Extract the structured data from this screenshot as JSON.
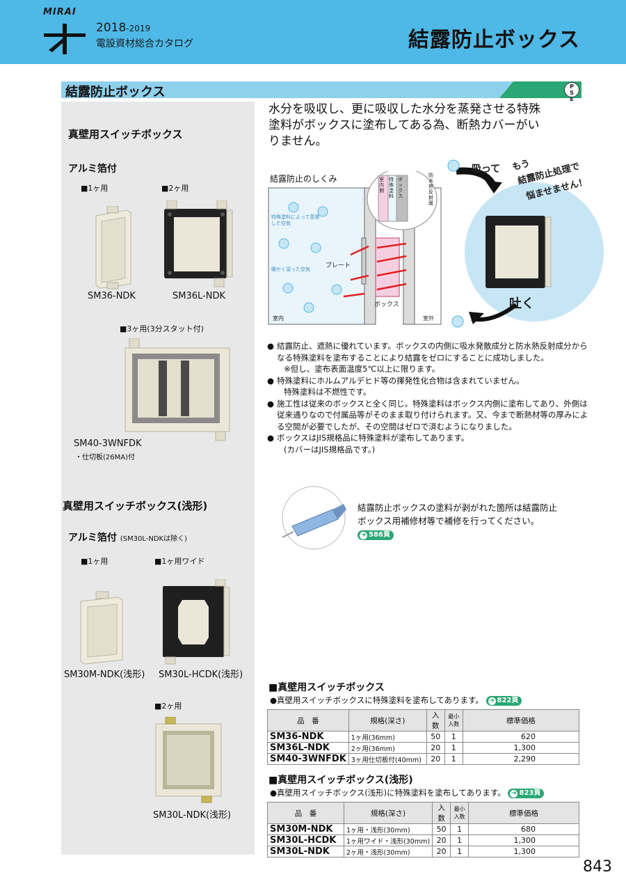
{
  "header": {
    "logo_text": "MIRAI",
    "year_main": "2018",
    "year_small": "-2019",
    "catalog": "電設資材総合カタログ",
    "title": "結露防止ボックス"
  },
  "section": {
    "title": "結露防止ボックス",
    "mark": "PSE"
  },
  "left": {
    "group1_title": "真壁用スイッチボックス",
    "group1_sub": "アルミ箔付",
    "label_1": "■1ヶ用",
    "label_2": "■2ヶ用",
    "model_1": "SM36-NDK",
    "model_2": "SM36L-NDK",
    "label_3": "■3ヶ用(3分スタット付)",
    "model_3": "SM40-3WNFDK",
    "model_3_note": "・仕切板(26MA)付",
    "group2_title": "真壁用スイッチボックス(浅形)",
    "group2_sub": "アルミ箔付",
    "group2_sub_note": "(SM30L-NDKは除く)",
    "label_4": "■1ヶ用",
    "label_5": "■1ヶ用ワイド",
    "model_4": "SM30M-NDK(浅形)",
    "model_5": "SM30L-HCDK(浅形)",
    "label_6": "■2ヶ用",
    "model_6": "SM30L-NDK(浅形)"
  },
  "lead": "水分を吸収し、更に吸収した水分を蒸発させる特殊塗料がボックスに塗布してある為、断熱カバーがいりません。",
  "diagram": {
    "title": "結露防止のしくみ",
    "label_coating_evap": "特殊塗料によって蒸発した空気",
    "label_warm_air": "暖かく湿った空気",
    "label_plate": "プレート",
    "label_box": "ボックス",
    "label_indoor": "室内",
    "label_outdoor": "室外",
    "label_layer_indoor": "室内側",
    "label_layer_coating": "特殊塗料",
    "label_layer_box": "ボックス",
    "label_layer_film": "防水熱反射膜"
  },
  "callout": {
    "absorb": "吸って",
    "exhale": "吐く",
    "slogan_1": "もう",
    "slogan_2": "結露防止処理で",
    "slogan_3": "悩ませません！"
  },
  "bullets": [
    {
      "type": "bullet",
      "text": "結露防止、遮熱に優れています。ボックスの内側に吸水発散成分と防水熱反射成分からなる特殊塗料を塗布することにより結露をゼロにすることに成功しました。"
    },
    {
      "type": "note",
      "text": "※但し、塗布表面温度5℃以上に限ります。"
    },
    {
      "type": "bullet",
      "text": "特殊塗料にホルムアルデヒド等の揮発性化合物は含まれていません。"
    },
    {
      "type": "note",
      "text": "特殊塗料は不燃性です。"
    },
    {
      "type": "bullet",
      "text": "施工性は従来のボックスと全く同じ。特殊塗料はボックス内側に塗布してあり、外側は従来通りなので付属品等がそのまま取り付けられます。又、今まで断熱材等の厚みによる空間が必要でしたが、その空間はゼロで済むようになりました。"
    },
    {
      "type": "bullet",
      "text": "ボックスはJIS規格品に特殊塗料が塗布してあります。"
    },
    {
      "type": "note",
      "text": "(カバーはJIS規格品です。)"
    }
  ],
  "repair": {
    "text": "結露防止ボックスの塗料が剥がれた箇所は結露防止ボックス用補修材等で補修を行ってください。",
    "pageref": "586頁"
  },
  "table_headers": {
    "code": "品　番",
    "spec": "規格(深さ)",
    "qty": "入数",
    "lot": "最小入数",
    "price": "標準価格"
  },
  "table1": {
    "title": "■真壁用スイッチボックス",
    "note": "●真壁用スイッチボックスに特殊塗料を塗布してあります。",
    "pageref": "822頁",
    "rows": [
      {
        "code": "SM36-NDK",
        "spec": "1ヶ用(36mm)",
        "qty": "50",
        "lot": "1",
        "price": "620"
      },
      {
        "code": "SM36L-NDK",
        "spec": "2ヶ用(36mm)",
        "qty": "20",
        "lot": "1",
        "price": "1,300"
      },
      {
        "code": "SM40-3WNFDK",
        "spec": "3ヶ用仕切板付(40mm)",
        "qty": "20",
        "lot": "1",
        "price": "2,290"
      }
    ]
  },
  "table2": {
    "title": "■真壁用スイッチボックス(浅形)",
    "note": "●真壁用スイッチボックス(浅形)に特殊塗料を塗布してあります。",
    "pageref": "823頁",
    "rows": [
      {
        "code": "SM30M-NDK",
        "spec": "1ヶ用・浅形(30mm)",
        "qty": "50",
        "lot": "1",
        "price": "680"
      },
      {
        "code": "SM30L-HCDK",
        "spec": "1ヶ用ワイド・浅形(30mm)",
        "qty": "20",
        "lot": "1",
        "price": "1,300"
      },
      {
        "code": "SM30L-NDK",
        "spec": "2ヶ用・浅形(30mm)",
        "qty": "20",
        "lot": "1",
        "price": "1,300"
      }
    ]
  },
  "page_number": "843",
  "colors": {
    "header_bg": "#4eb8e6",
    "section_bar": "#8fd0ec",
    "accent_green": "#2aa774",
    "panel_gray": "#e8e8e8"
  }
}
